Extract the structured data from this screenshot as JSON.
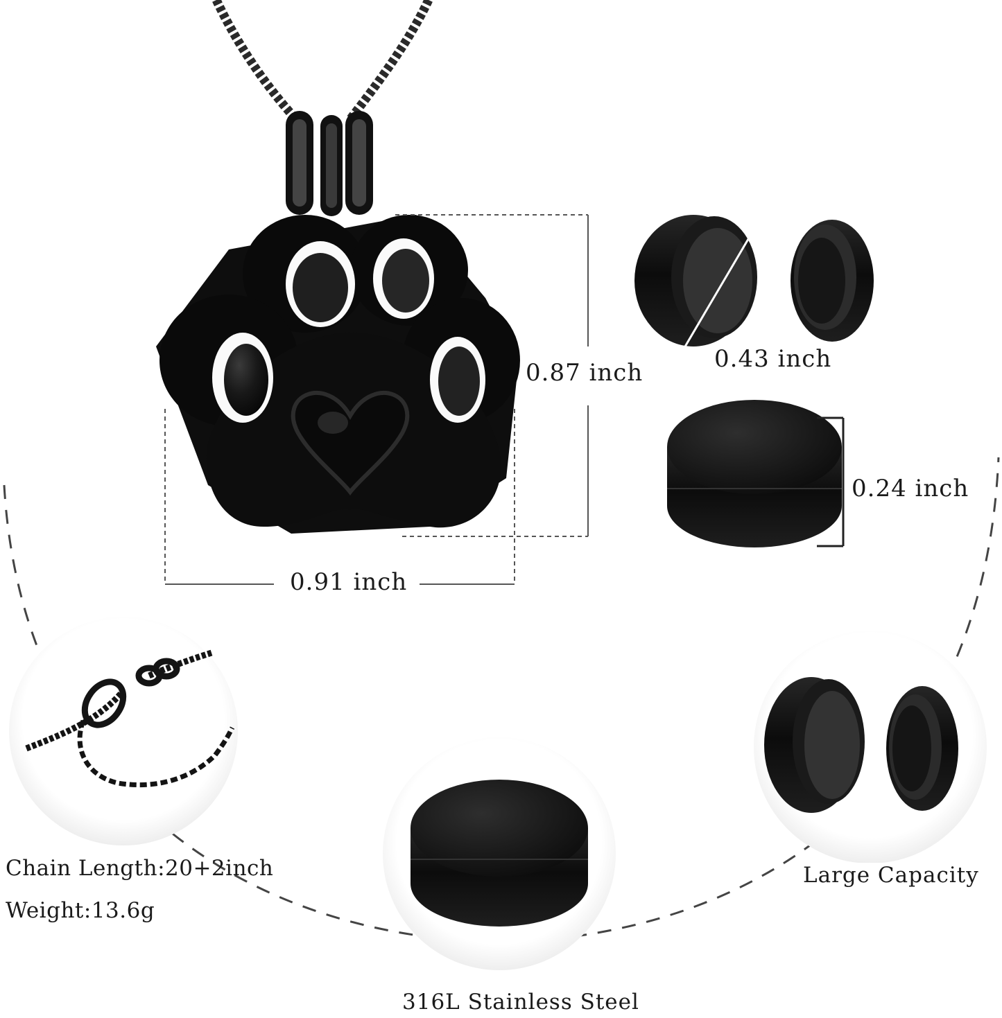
{
  "image_kind": "product infographic: paw print cremation urn pendant necklace",
  "colors": {
    "background": "#ffffff",
    "metal": "#141414",
    "guide": "#555555",
    "circle": "#f2f2f2"
  },
  "dimensions": {
    "height": "0.87 inch",
    "width": "0.91 inch",
    "capsule_diameter": "0.43 inch",
    "capsule_thickness": "0.24 inch"
  },
  "features": {
    "chain_length": "Chain Length:20+2inch",
    "weight": "Weight:13.6g",
    "material": "316L Stainless Steel",
    "capacity": "Large Capacity"
  }
}
